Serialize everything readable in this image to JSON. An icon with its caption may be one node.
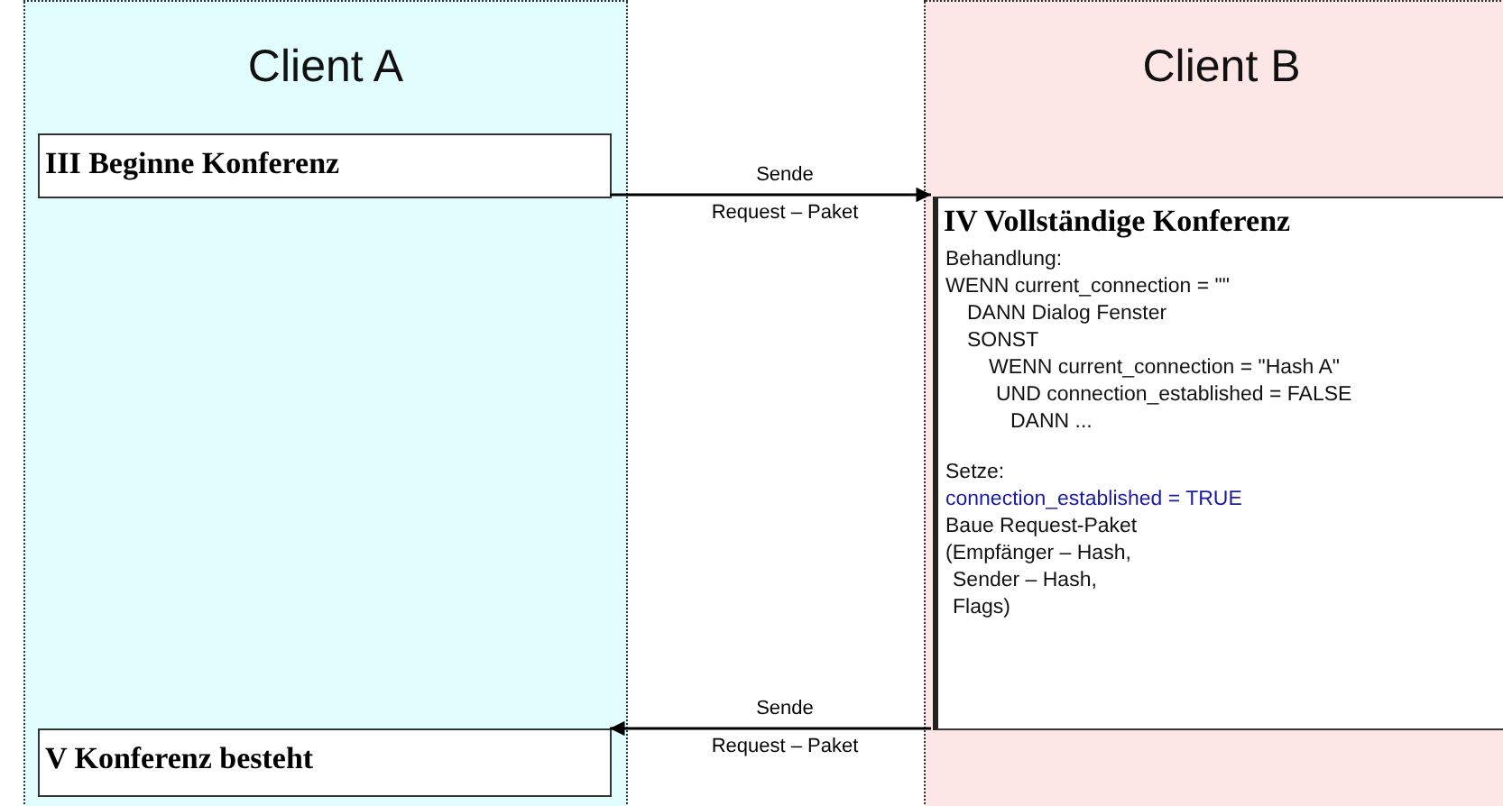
{
  "diagram": {
    "nodes": [
      {
        "text": [
          "Client A"
        ]
      },
      {
        "text": [
          "Client B"
        ]
      },
      {
        "text": [
          "III Beginne Konferenz"
        ],
        "in": 0
      },
      {
        "text": [
          "IV Vollständige Konferenz",
          "Behandlung:",
          "WENN current_connection = \"\"",
          "DANN Dialog Fenster",
          "SONST",
          "WENN current_connection = \"Hash A\"",
          "UND connection_established = FALSE",
          "DANN ...",
          "Setze:",
          "connection_established = TRUE",
          "Baue Request-Paket",
          "(Empfänger – Hash,",
          "Sender – Hash,",
          "Flags)"
        ],
        "in": 1
      },
      {
        "text": [
          "V Konferenz besteht"
        ],
        "in": 0
      }
    ],
    "edges": [
      {
        "from": 2,
        "to": 3,
        "arrow": "to",
        "label": "Sende Request – Paket"
      },
      {
        "from": 3,
        "to": 4,
        "arrow": "to",
        "label": "Sende Request – Paket"
      }
    ]
  }
}
